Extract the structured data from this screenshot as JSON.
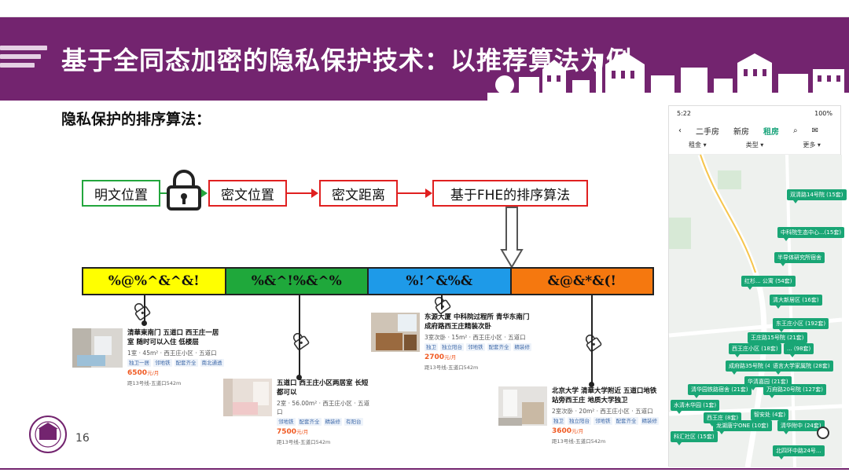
{
  "header": {
    "title": "基于全同态加密的隐私保护技术：以推荐算法为例"
  },
  "subtitle": "隐私保护的排序算法：",
  "flow": {
    "plain_position": "明文位置",
    "cipher_position": "密文位置",
    "cipher_distance": "密文距离",
    "fhe_sort": "基于FHE的排序算法"
  },
  "segments": [
    "%@%^&^&!",
    "%&^!%&^%",
    "%!^&%&",
    "&@&*&(!"
  ],
  "colors": {
    "yellow": "#ffff00",
    "green": "#1fa83b",
    "blue": "#1e9ae8",
    "orange": "#f5780f",
    "purple": "#73246f"
  },
  "listings": [
    {
      "title": "清華東南门 五道口 西王庄一居室 随时可以入住 低楼层",
      "meta": "1室 · 45m² · 西王庄小区 · 五道口",
      "tags": [
        "独卫一居",
        "邻地铁",
        "配套齐全",
        "南北通透"
      ],
      "price": "6500",
      "unit": "元/月",
      "commute": "距13号线-五道口542m"
    },
    {
      "title": "五道口 西王庄小区两居室 长短都可以",
      "meta": "2室 · 56.00m² · 西王庄小区 · 五道口",
      "tags": [
        "邻地铁",
        "配套齐全",
        "精装修",
        "有阳台"
      ],
      "price": "7500",
      "unit": "元/月",
      "commute": "距13号线-五道口542m"
    },
    {
      "title": "东源大厦 中科院过程所 青华东南门 成府路西王庄精装次卧",
      "meta": "3室次卧 · 15m² · 西王庄小区 · 五道口",
      "tags": [
        "独卫",
        "独立阳台",
        "邻地铁",
        "配套齐全",
        "精装修"
      ],
      "price": "2700",
      "unit": "元/月",
      "commute": "距13号线-五道口542m"
    },
    {
      "title": "北京大学 清華大学附近 五道口地铁站旁西王庄 地质大学独卫",
      "meta": "2室次卧 · 20m² · 西王庄小区 · 五道口",
      "tags": [
        "独卫",
        "独立阳台",
        "邻地铁",
        "配套齐全",
        "精装修"
      ],
      "price": "3600",
      "unit": "元/月",
      "commute": "距13号线-五道口542m"
    }
  ],
  "page_number": "16",
  "phone": {
    "time": "5:22",
    "status_right": "100%",
    "nav": [
      "二手房",
      "新房",
      "租房"
    ],
    "filters": [
      "租金 ▾",
      "类型 ▾",
      "更多 ▾"
    ],
    "pins": [
      "双清路14号院 (15套)",
      "中科院生态中心...(15套)",
      "半导体研究所宿舍",
      "红杉... 公寓 (54套)",
      "清大新居区 (16套)",
      "东王庄小区 (192套)",
      "王庄路15号院 (21套)",
      "西王庄小区 (18套)",
      "... (98套)",
      "成府路35号院 (43套)",
      "语言大学家属院 (28套)",
      "华清嘉园 (21套)",
      "清华园铁路宿舍 (21套)",
      "万府路20号院 (127套)",
      "水清木华园 (1套)",
      "西王庄 (8套)",
      "智安处 (4套)",
      "龙湖唐宁ONE (10套)",
      "清华附中 (24套)",
      "科汇社区 (15套)",
      "北四环中路24号..."
    ]
  }
}
